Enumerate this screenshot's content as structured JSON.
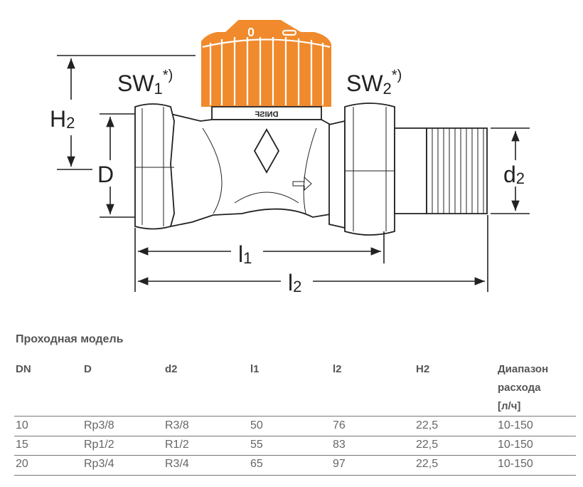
{
  "drawing": {
    "sw1": {
      "base": "SW",
      "sub": "1",
      "note": "*)"
    },
    "sw2": {
      "base": "SW",
      "sub": "2",
      "note": "*)"
    },
    "h2": {
      "base": "H",
      "sub": "2"
    },
    "d": "D",
    "d2": {
      "base": "d",
      "sub": "2"
    },
    "l1": {
      "base": "l",
      "sub": "1"
    },
    "l2": {
      "base": "l",
      "sub": "2"
    },
    "cap_marking": "DNISF",
    "cap_color": "#f08a2c"
  },
  "table": {
    "title": "Проходная модель",
    "headers": [
      "DN",
      "D",
      "d2",
      "l1",
      "l2",
      "H2",
      "Диапазон",
      "расхода",
      "[л/ч]"
    ],
    "rows": [
      [
        "10",
        "Rp3/8",
        "R3/8",
        "50",
        "76",
        "22,5",
        "10-150"
      ],
      [
        "15",
        "Rp1/2",
        "R1/2",
        "55",
        "83",
        "22,5",
        "10-150"
      ],
      [
        "20",
        "Rp3/4",
        "R3/4",
        "65",
        "97",
        "22,5",
        "10-150"
      ]
    ]
  }
}
